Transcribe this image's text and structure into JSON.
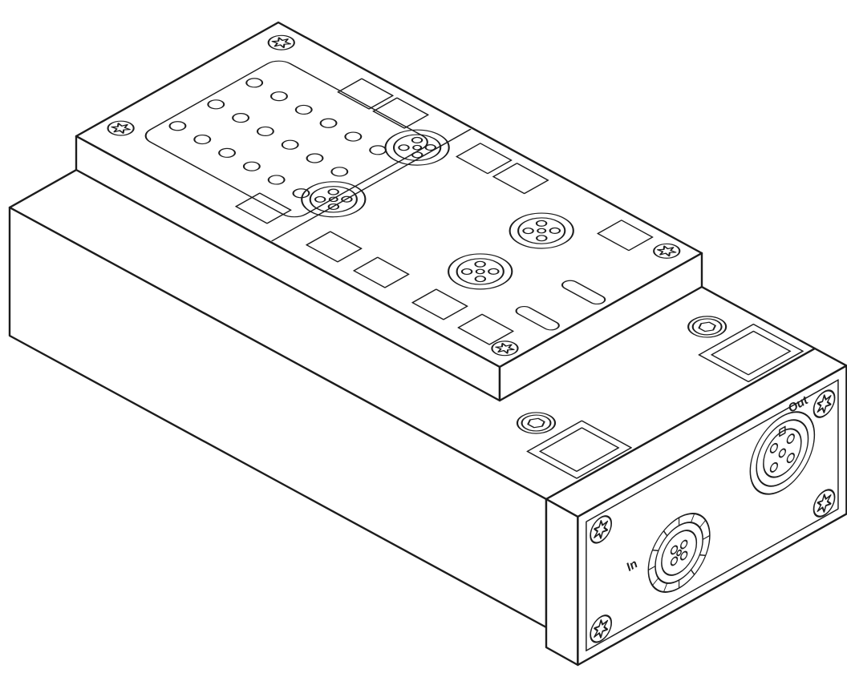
{
  "figure": {
    "alt": "Isometric black-and-white technical line drawing of a rectangular fieldbus I/O manifold module with a perforated cover plate, four round M12 sockets with pin holes on the top face, torx and hex-socket screws, blanking plates, and an end plate with two round bus connectors labelled In and Out",
    "labels": {
      "in": "In",
      "out": "Out"
    }
  },
  "colors": {
    "line": "#1c1c1c",
    "background": "#ffffff"
  }
}
